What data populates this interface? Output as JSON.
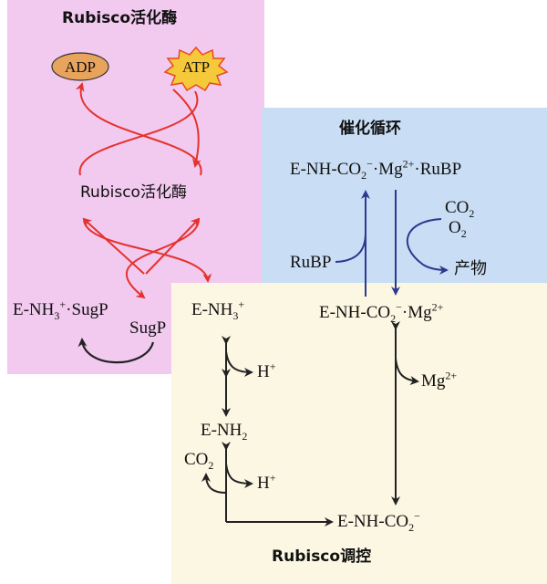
{
  "panels": {
    "activase": {
      "title": "Rubisco活化酶"
    },
    "catalysis": {
      "title": "催化循环"
    },
    "regulation": {
      "title": "Rubisco调控"
    }
  },
  "nodes": {
    "adp": "ADP",
    "atp": "ATP",
    "activase_center": "Rubisco活化酶",
    "enh3_sugp": {
      "base": "E-NH",
      "sub": "3",
      "sup": "+",
      "tail": "·SugP"
    },
    "sugp": "SugP",
    "enh3": {
      "base": "E-NH",
      "sub": "3",
      "sup": "+"
    },
    "complex_rubp": {
      "base": "E-NH-CO",
      "sub": "2",
      "sup1": "−",
      "mid": "·Mg",
      "sup2": "2+",
      "tail": "·RuBP"
    },
    "rubp": "RuBP",
    "co2": {
      "base": "CO",
      "sub": "2"
    },
    "o2": {
      "base": "O",
      "sub": "2"
    },
    "product": "产物",
    "complex_mg": {
      "base": "E-NH-CO",
      "sub": "2",
      "sup1": "−",
      "mid": "·Mg",
      "sup2": "2+"
    },
    "hplus_1": {
      "base": "H",
      "sup": "+"
    },
    "mg2": {
      "base": "Mg",
      "sup": "2+"
    },
    "enh2": {
      "base": "E-NH",
      "sub": "2"
    },
    "co2_left": {
      "base": "CO",
      "sub": "2"
    },
    "hplus_2": {
      "base": "H",
      "sup": "+"
    },
    "carbamate": {
      "base": "E-NH-CO",
      "sub": "2",
      "sup": "−"
    }
  },
  "colors": {
    "activase_bg": "#f2c9ef",
    "catalysis_bg": "#c9ddf4",
    "regulation_bg": "#fcf7e3",
    "red_arrow": "#e5322d",
    "blue_arrow": "#2b3990",
    "black_arrow": "#222222",
    "adp_fill": "#e8a35c",
    "atp_fill": "#f6c93a",
    "atp_burst": "#e8491f"
  },
  "icons": {
    "adp": "oval-badge",
    "atp": "starburst-badge"
  }
}
